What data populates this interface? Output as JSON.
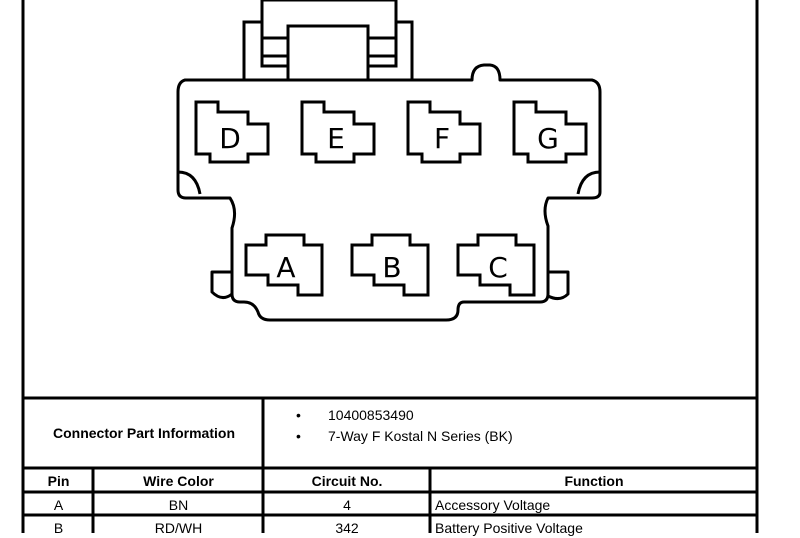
{
  "connector": {
    "pin_labels": [
      "D",
      "E",
      "F",
      "G",
      "A",
      "B",
      "C"
    ]
  },
  "info": {
    "label": "Connector Part Information",
    "items": [
      "10400853490",
      "7-Way F Kostal N Series (BK)"
    ]
  },
  "table": {
    "headers": [
      "Pin",
      "Wire Color",
      "Circuit No.",
      "Function"
    ],
    "rows": [
      [
        "A",
        "BN",
        "4",
        "Accessory Voltage"
      ],
      [
        "B",
        "RD/WH",
        "342",
        "Battery Positive Voltage"
      ]
    ]
  }
}
